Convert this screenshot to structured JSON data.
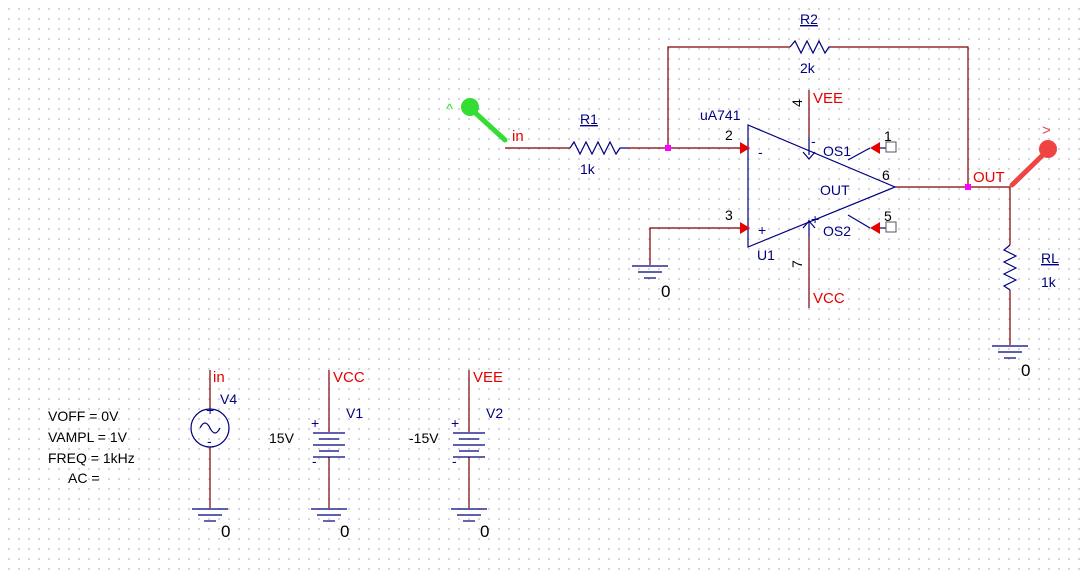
{
  "components": {
    "R1": {
      "ref": "R1",
      "value": "1k"
    },
    "R2": {
      "ref": "R2",
      "value": "2k"
    },
    "RL": {
      "ref": "RL",
      "value": "1k"
    },
    "U1": {
      "ref": "U1",
      "part": "uA741",
      "pins": {
        "inv": "2",
        "noninv": "3",
        "out": "6",
        "v_neg": "4",
        "v_pos": "7",
        "os1": "1",
        "os2": "5"
      },
      "labels": {
        "minus": "-",
        "plus": "+",
        "out": "OUT",
        "os1": "OS1",
        "os2": "OS2",
        "v_neg_sign": "-",
        "v_pos_sign": "+"
      }
    },
    "V1": {
      "ref": "V1",
      "value": "15V",
      "plus": "+",
      "minus": "-"
    },
    "V2": {
      "ref": "V2",
      "value": "-15V",
      "plus": "+",
      "minus": "-"
    },
    "V4": {
      "ref": "V4",
      "params": [
        "VOFF = 0V",
        "VAMPL = 1V",
        "FREQ = 1kHz",
        "AC ="
      ],
      "plus": "+",
      "minus": "-"
    }
  },
  "nets": {
    "in_probe": "in",
    "in_source": "in",
    "out": "OUT",
    "vee_opamp": "VEE",
    "vcc_opamp": "VCC",
    "vcc_source": "VCC",
    "vee_source": "VEE"
  },
  "grounds": {
    "opamp": "0",
    "load": "0",
    "v4": "0",
    "v1": "0",
    "v2": "0"
  },
  "probes": {
    "input": "^",
    "output": ">"
  },
  "colors": {
    "wire": "#800000",
    "part": "#000080",
    "net_label": "#e60000",
    "junction": "#ff00ff",
    "probe_in": "#33dd33",
    "probe_out": "#ee4444"
  }
}
